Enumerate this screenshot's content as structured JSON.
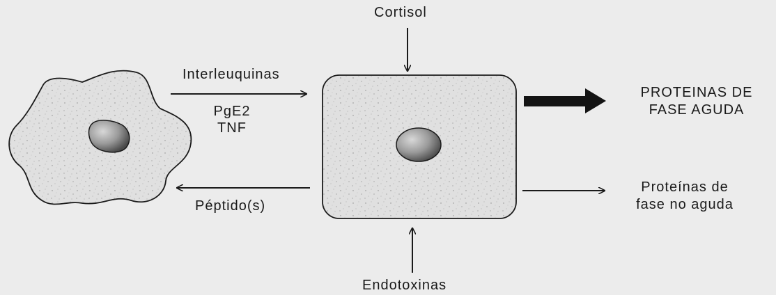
{
  "labels": {
    "top_input": "Cortisol",
    "cytokines_line1": "Interleuquinas",
    "cytokines_line2": "PgE2",
    "cytokines_line3": "TNF",
    "feedback": "Péptido(s)",
    "bottom_input": "Endotoxinas",
    "output_major_line1": "PROTEINAS DE",
    "output_major_line2": "FASE AGUDA",
    "output_minor_line1": "Proteínas de",
    "output_minor_line2": "fase no aguda"
  },
  "colors": {
    "background": "#ececec",
    "ink": "#1a1a1a",
    "cell_fill": "#e2e2e2"
  }
}
